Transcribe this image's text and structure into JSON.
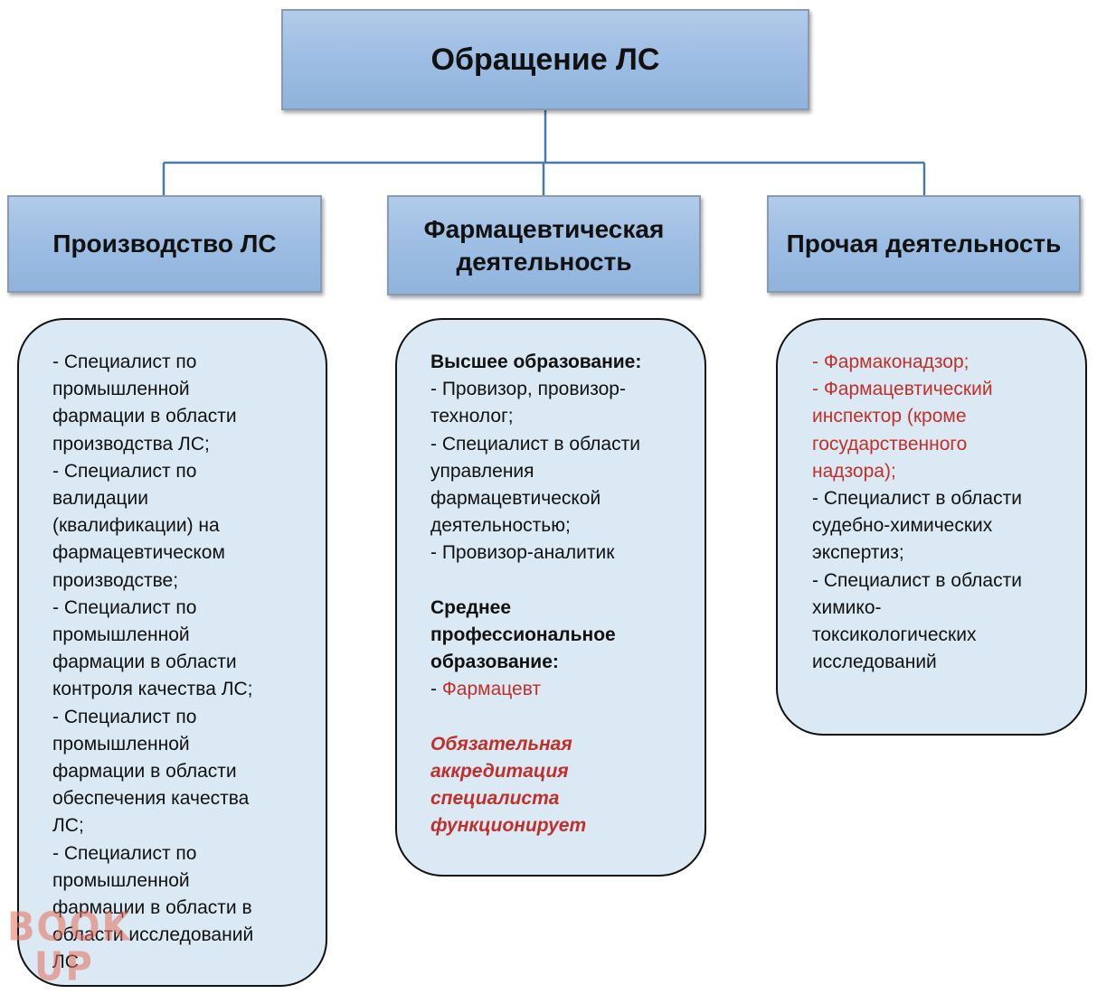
{
  "root": {
    "title": "Обращение ЛС"
  },
  "branches": [
    {
      "title_lines": [
        "Производство ЛС"
      ],
      "lines": [
        {
          "t": "- Специалист по"
        },
        {
          "t": "промышленной"
        },
        {
          "t": "фармации в области"
        },
        {
          "t": "производства ЛС;"
        },
        {
          "t": "- Специалист по"
        },
        {
          "t": "валидации"
        },
        {
          "t": "(квалификации) на"
        },
        {
          "t": "фармацевтическом"
        },
        {
          "t": "производстве;"
        },
        {
          "t": "- Специалист по"
        },
        {
          "t": "промышленной"
        },
        {
          "t": "фармации в области"
        },
        {
          "t": "контроля качества ЛС;"
        },
        {
          "t": "- Специалист по"
        },
        {
          "t": "промышленной"
        },
        {
          "t": "фармации в области"
        },
        {
          "t": "обеспечения качества"
        },
        {
          "t": "ЛС;"
        },
        {
          "t": "- Специалист по"
        },
        {
          "t": "промышленной"
        },
        {
          "t": "фармации в области в"
        },
        {
          "t": "области исследований"
        },
        {
          "t": "ЛС"
        }
      ]
    },
    {
      "title_lines": [
        "Фармацевтическая",
        "деятельность"
      ],
      "lines": [
        {
          "t": "Высшее образование:",
          "s": "b"
        },
        {
          "t": "- Провизор, провизор-"
        },
        {
          "t": "технолог;"
        },
        {
          "t": "- Специалист в области"
        },
        {
          "t": "управления"
        },
        {
          "t": "фармацевтической"
        },
        {
          "t": "деятельностью;"
        },
        {
          "t": "- Провизор-аналитик"
        },
        {
          "t": "",
          "s": "gap"
        },
        {
          "t": "Среднее",
          "s": "b"
        },
        {
          "t": "профессиональное",
          "s": "b"
        },
        {
          "t": "образование:",
          "s": "b"
        },
        {
          "t": "- ",
          "t2": "Фармацевт",
          "s2": "red"
        },
        {
          "t": "",
          "s": "gap"
        },
        {
          "t": "Обязательная",
          "s": "redbi"
        },
        {
          "t": "аккредитация",
          "s": "redbi"
        },
        {
          "t": "специалиста",
          "s": "redbi"
        },
        {
          "t": "функционирует",
          "s": "redbi"
        }
      ]
    },
    {
      "title_lines": [
        "Прочая деятельность"
      ],
      "lines": [
        {
          "t": "- Фармаконадзор;",
          "s": "red"
        },
        {
          "t": "- Фармацевтический",
          "s": "red"
        },
        {
          "t": "инспектор (кроме",
          "s": "red"
        },
        {
          "t": "государственного",
          "s": "red"
        },
        {
          "t": "надзора);",
          "s": "red"
        },
        {
          "t": "- Специалист в области"
        },
        {
          "t": "судебно-химических"
        },
        {
          "t": "экспертиз;"
        },
        {
          "t": "- Специалист в области"
        },
        {
          "t": "химико-"
        },
        {
          "t": "токсикологических"
        },
        {
          "t": "исследований"
        }
      ]
    }
  ],
  "watermark": {
    "top": "BOOK",
    "bottom": "UP"
  },
  "colors": {
    "header_fill": "#9dbde3",
    "header_border": "#8a9bb0",
    "card_fill": "#dbe9f4",
    "connector": "#4a78a8",
    "accent_red": "#c0302a"
  }
}
